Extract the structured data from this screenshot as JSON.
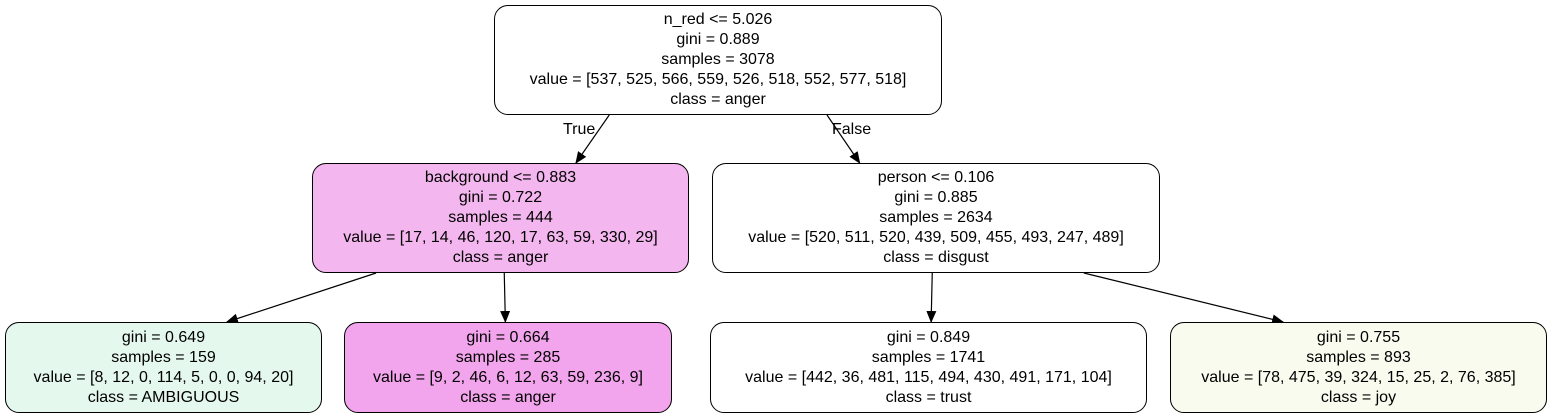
{
  "tree": {
    "nodes": [
      {
        "id": 0,
        "split": "n_red <= 5.026",
        "gini": "gini = 0.889",
        "samples": "samples = 3078",
        "value": "value = [537, 525, 566, 559, 526, 518, 552, 577, 518]",
        "class": "class = anger",
        "fill": "#ffffff"
      },
      {
        "id": 1,
        "split": "background <= 0.883",
        "gini": "gini = 0.722",
        "samples": "samples = 444",
        "value": "value = [17, 14, 46, 120, 17, 63, 59, 330, 29]",
        "class": "class = anger",
        "fill": "#f4b6ee"
      },
      {
        "id": 2,
        "split": "person <= 0.106",
        "gini": "gini = 0.885",
        "samples": "samples = 2634",
        "value": "value = [520, 511, 520, 439, 509, 455, 493, 247, 489]",
        "class": "class = disgust",
        "fill": "#ffffff"
      },
      {
        "id": 3,
        "split": "",
        "gini": "gini = 0.649",
        "samples": "samples = 159",
        "value": "value = [8, 12, 0, 114, 5, 0, 0, 94, 20]",
        "class": "class = AMBIGUOUS",
        "fill": "#e5f8ee"
      },
      {
        "id": 4,
        "split": "",
        "gini": "gini = 0.664",
        "samples": "samples = 285",
        "value": "value = [9, 2, 46, 6, 12, 63, 59, 236, 9]",
        "class": "class = anger",
        "fill": "#f2a4ec"
      },
      {
        "id": 5,
        "split": "",
        "gini": "gini = 0.849",
        "samples": "samples = 1741",
        "value": "value = [442, 36, 481, 115, 494, 430, 491, 171, 104]",
        "class": "class = trust",
        "fill": "#ffffff"
      },
      {
        "id": 6,
        "split": "",
        "gini": "gini = 0.755",
        "samples": "samples = 893",
        "value": "value = [78, 475, 39, 324, 15, 25, 2, 76, 385]",
        "class": "class = joy",
        "fill": "#f9fbee"
      }
    ],
    "edges": [
      {
        "from": 0,
        "to": 1
      },
      {
        "from": 0,
        "to": 2
      },
      {
        "from": 1,
        "to": 3
      },
      {
        "from": 1,
        "to": 4
      },
      {
        "from": 2,
        "to": 5
      },
      {
        "from": 2,
        "to": 6
      }
    ],
    "edge_labels": {
      "true": "True",
      "false": "False"
    },
    "colors": {
      "stroke": "#000000",
      "text": "#000000"
    }
  }
}
